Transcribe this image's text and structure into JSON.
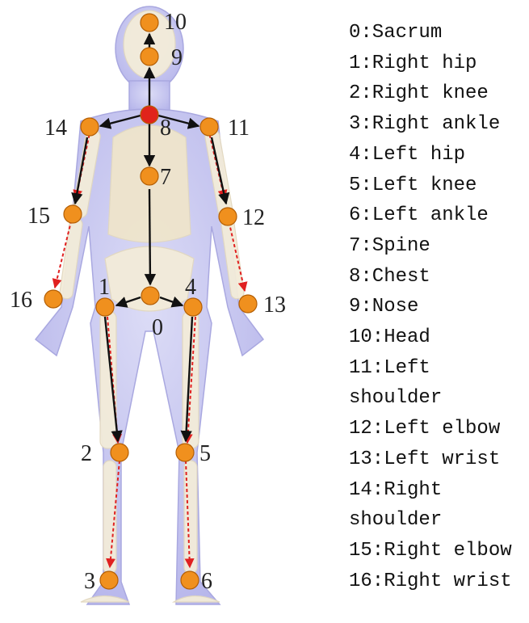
{
  "legend": [
    "0:Sacrum",
    "1:Right hip",
    "2:Right knee",
    "3:Right ankle",
    "4:Left hip",
    "5:Left knee",
    "6:Left ankle",
    "7:Spine",
    "8:Chest",
    "9:Nose",
    "10:Head",
    "11:Left shoulder",
    "12:Left elbow",
    "13:Left wrist",
    "14:Right shoulder",
    "15:Right elbow",
    "16:Right wrist"
  ],
  "joint_numbers": [
    "0",
    "1",
    "2",
    "3",
    "4",
    "5",
    "6",
    "7",
    "8",
    "9",
    "10",
    "11",
    "12",
    "13",
    "14",
    "15",
    "16"
  ],
  "colors": {
    "joint": "#f0901e",
    "root_joint": "#e0241b",
    "bone_arrow": "#111111",
    "target_arrow": "#e02020",
    "body": "#c7c6f0",
    "skeleton": "#f3ecd9"
  },
  "icons": {
    "joint_marker": "filled-circle",
    "bone": "arrow"
  }
}
